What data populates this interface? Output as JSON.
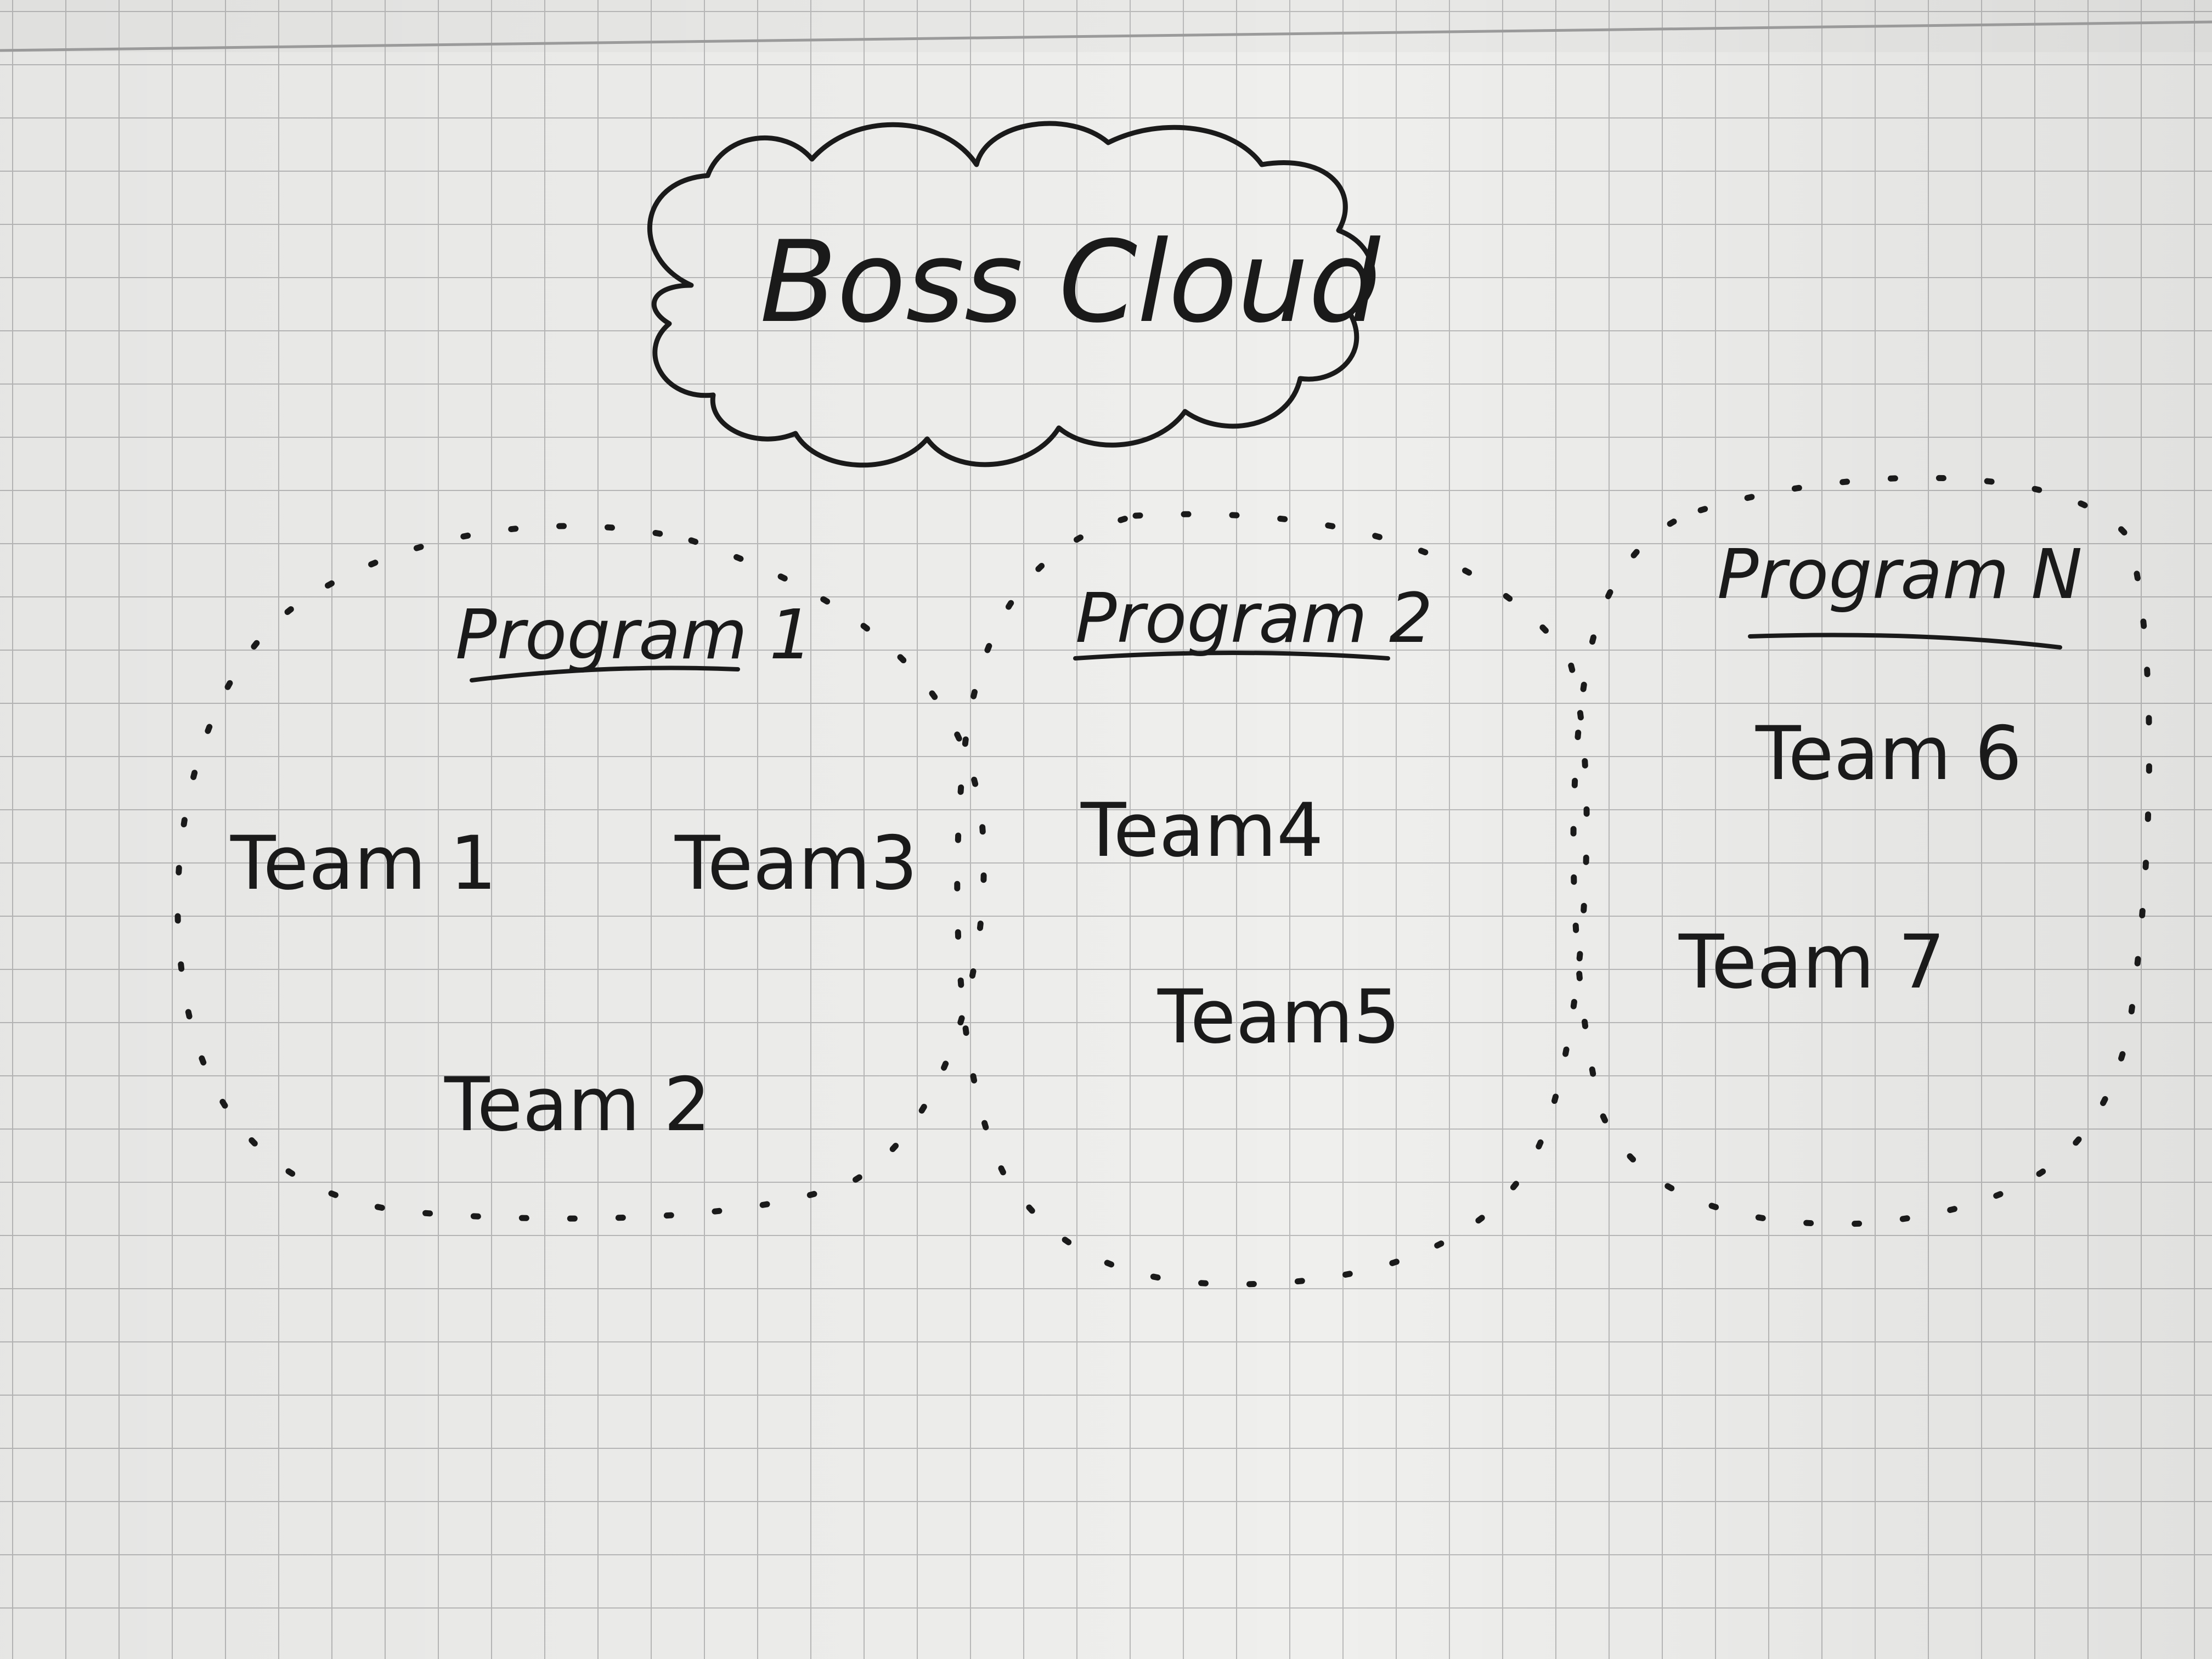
{
  "cloud": {
    "label": "Boss Cloud"
  },
  "programs": [
    {
      "label": "Program 1",
      "teams": [
        "Team 1",
        "Team 2",
        "Team3"
      ]
    },
    {
      "label": "Program 2",
      "teams": [
        "Team4",
        "Team5"
      ]
    },
    {
      "label": "Program N",
      "teams": [
        "Team 6",
        "Team 7"
      ]
    }
  ],
  "colors": {
    "paper": "#efefed",
    "grid": "#b9b9b9",
    "ink": "#1a1a1a"
  }
}
